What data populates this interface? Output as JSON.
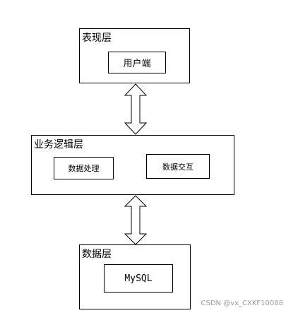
{
  "layers": {
    "presentation": {
      "title": "表现层",
      "client": "用户端"
    },
    "business": {
      "title": "业务逻辑层",
      "process": "数据处理",
      "interact": "数据交互"
    },
    "data": {
      "title": "数据层",
      "db": "MySQL"
    }
  },
  "watermark": "CSDN @vx_CXKF10088",
  "colors": {
    "border": "#000000",
    "arrow_fill": "#ffffff",
    "watermark": "#9a9a9a"
  },
  "icons": [
    "double-arrow-icon"
  ]
}
